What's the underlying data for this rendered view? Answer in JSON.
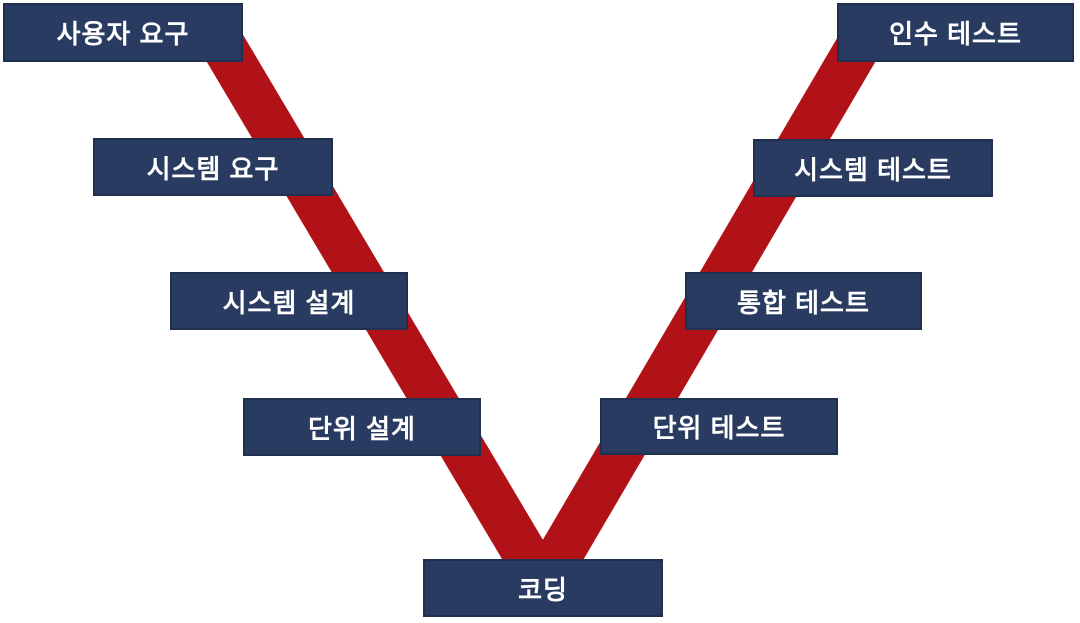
{
  "diagram": {
    "left_branch": [
      {
        "label": "사용자 요구"
      },
      {
        "label": "시스템 요구"
      },
      {
        "label": "시스템 설계"
      },
      {
        "label": "단위 설계"
      }
    ],
    "bottom": {
      "label": "코딩"
    },
    "right_branch": [
      {
        "label": "인수 테스트"
      },
      {
        "label": "시스템 테스트"
      },
      {
        "label": "통합 테스트"
      },
      {
        "label": "단위 테스트"
      }
    ]
  },
  "colors": {
    "background": "#ffffff",
    "box_bg": "#293b60",
    "box_border": "#20304f",
    "band": "#b11217",
    "label_text": "#ffffff"
  }
}
